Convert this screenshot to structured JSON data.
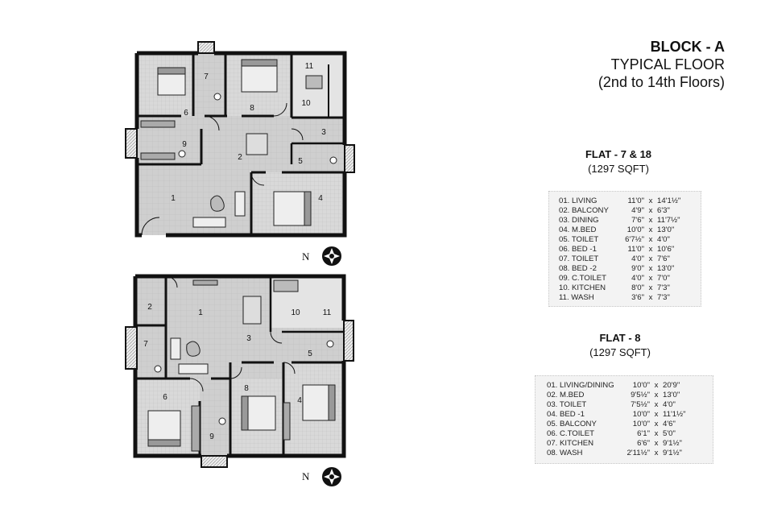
{
  "header": {
    "block": "BLOCK - A",
    "floor": "TYPICAL FLOOR",
    "floors_range": "(2nd to 14th Floors)"
  },
  "flat_a": {
    "name": "FLAT - 7 & 18",
    "area": "(1297 SQFT)",
    "rooms": [
      {
        "label": "01. LIVING",
        "w": "11'0\"",
        "l": "14'1½\""
      },
      {
        "label": "02. BALCONY",
        "w": "4'9\"",
        "l": "6'3\""
      },
      {
        "label": "03. DINING",
        "w": "7'6\"",
        "l": "11'7½\""
      },
      {
        "label": "04. M.BED",
        "w": "10'0\"",
        "l": "13'0\""
      },
      {
        "label": "05. TOILET",
        "w": "6'7½\"",
        "l": "4'0\""
      },
      {
        "label": "06. BED -1",
        "w": "11'0\"",
        "l": "10'6\""
      },
      {
        "label": "07. TOILET",
        "w": "4'0\"",
        "l": "7'6\""
      },
      {
        "label": "08. BED -2",
        "w": "9'0\"",
        "l": "13'0\""
      },
      {
        "label": "09. C.TOILET",
        "w": "4'0\"",
        "l": "7'0\""
      },
      {
        "label": "10. KITCHEN",
        "w": "8'0\"",
        "l": "7'3\""
      },
      {
        "label": "11. WASH",
        "w": "3'6\"",
        "l": "7'3\""
      }
    ]
  },
  "flat_b": {
    "name": "FLAT - 8",
    "area": "(1297 SQFT)",
    "rooms": [
      {
        "label": "01. LIVING/DINING",
        "w": "10'0\"",
        "l": "20'9\""
      },
      {
        "label": "02. M.BED",
        "w": "9'5½\"",
        "l": "13'0\""
      },
      {
        "label": "03. TOILET",
        "w": "7'5½\"",
        "l": "4'0\""
      },
      {
        "label": "04. BED -1",
        "w": "10'0\"",
        "l": "11'1½\""
      },
      {
        "label": "05. BALCONY",
        "w": "10'0\"",
        "l": "4'6\""
      },
      {
        "label": "06. C.TOILET",
        "w": "6'1\"",
        "l": "5'0\""
      },
      {
        "label": "07. KITCHEN",
        "w": "6'6\"",
        "l": "9'1½\""
      },
      {
        "label": "08. WASH",
        "w": "2'11½\"",
        "l": "9'1½\""
      }
    ]
  },
  "dims_separator": "x",
  "plan_top": {
    "room_numbers": [
      "1",
      "2",
      "3",
      "4",
      "5",
      "6",
      "7",
      "8",
      "9",
      "10",
      "11"
    ],
    "compass_label": "N"
  },
  "plan_bottom": {
    "room_numbers": [
      "1",
      "2",
      "3",
      "4",
      "5",
      "6",
      "7",
      "8",
      "9",
      "10",
      "11"
    ],
    "compass_label": "N"
  }
}
